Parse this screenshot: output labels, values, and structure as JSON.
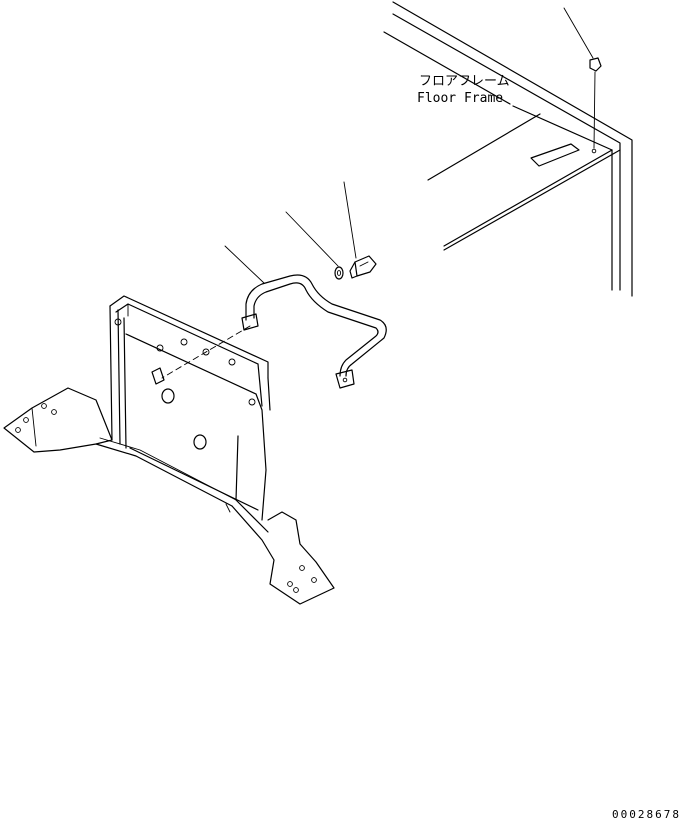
{
  "labels": {
    "floor_frame_jp": "フロアフレーム",
    "floor_frame_en": "Floor Frame"
  },
  "drawing_code": "00028678"
}
